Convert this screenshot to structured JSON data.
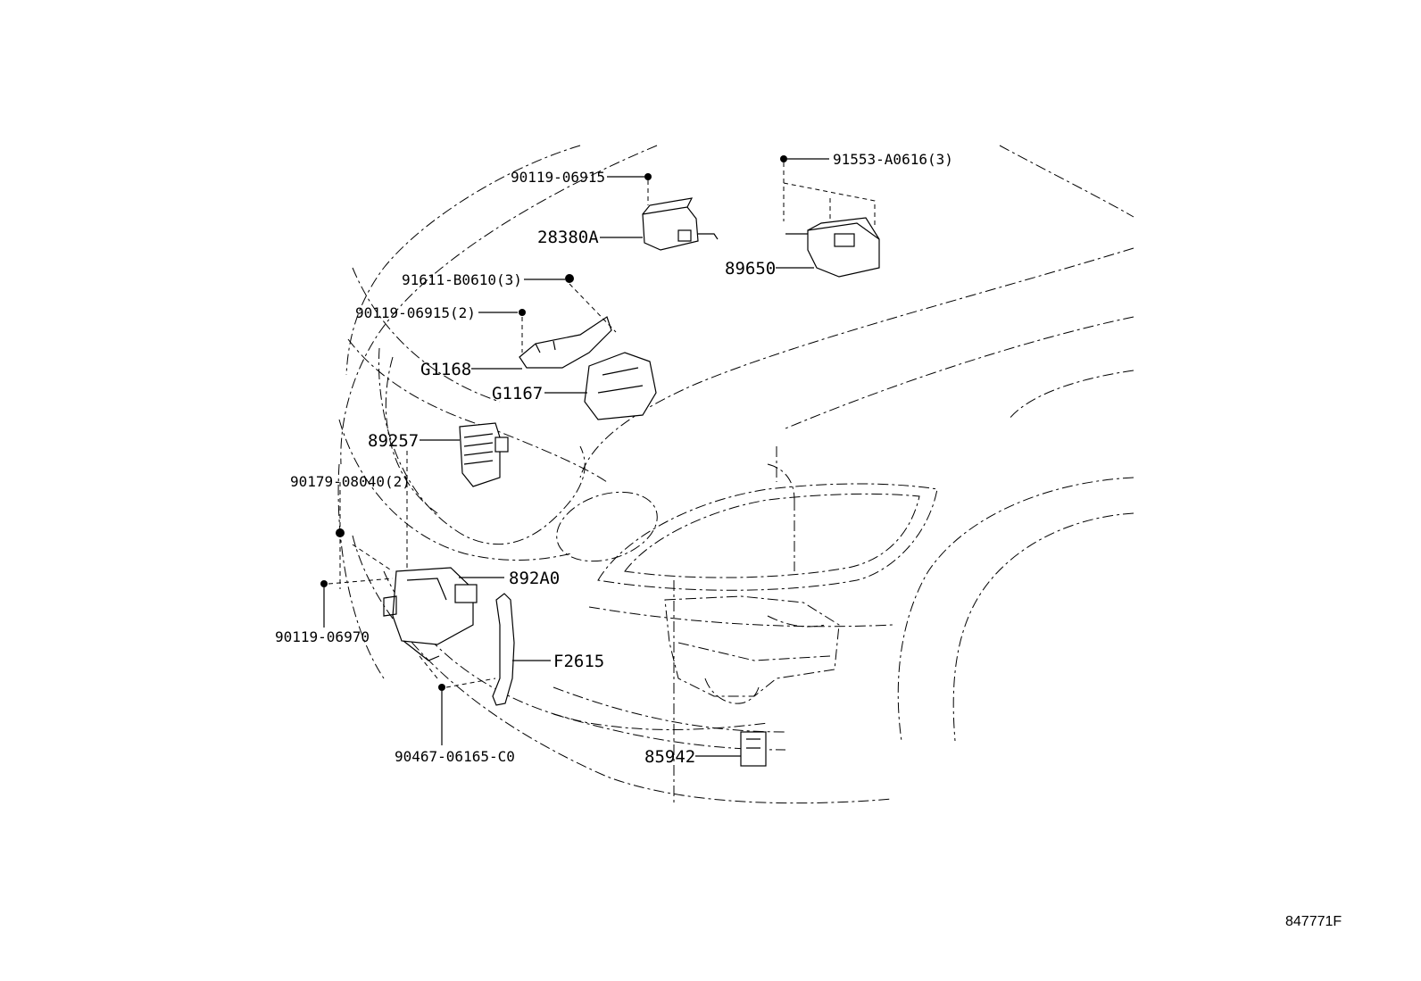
{
  "diagram": {
    "reference_code": "847771F",
    "callouts": [
      {
        "id": "c1",
        "text": "90119-06915"
      },
      {
        "id": "c2",
        "text": "28380A"
      },
      {
        "id": "c3",
        "text": "91553-A0616(3)"
      },
      {
        "id": "c4",
        "text": "89650"
      },
      {
        "id": "c5",
        "text": "91611-B0610(3)"
      },
      {
        "id": "c6",
        "text": "90119-06915(2)"
      },
      {
        "id": "c7",
        "text": "G1168"
      },
      {
        "id": "c8",
        "text": "G1167"
      },
      {
        "id": "c9",
        "text": "89257"
      },
      {
        "id": "c10",
        "text": "90179-08040(2)"
      },
      {
        "id": "c11",
        "text": "892A0"
      },
      {
        "id": "c12",
        "text": "90119-06970"
      },
      {
        "id": "c13",
        "text": "F2615"
      },
      {
        "id": "c14",
        "text": "90467-06165-C0"
      },
      {
        "id": "c15",
        "text": "85942"
      }
    ]
  }
}
